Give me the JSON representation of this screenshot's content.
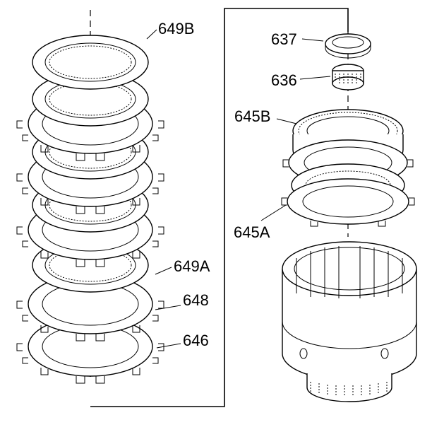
{
  "diagram": {
    "labels": {
      "l649B": "649B",
      "l649A": "649A",
      "l648": "648",
      "l646": "646",
      "l637": "637",
      "l636": "636",
      "l645B": "645B",
      "l645A": "645A"
    }
  }
}
